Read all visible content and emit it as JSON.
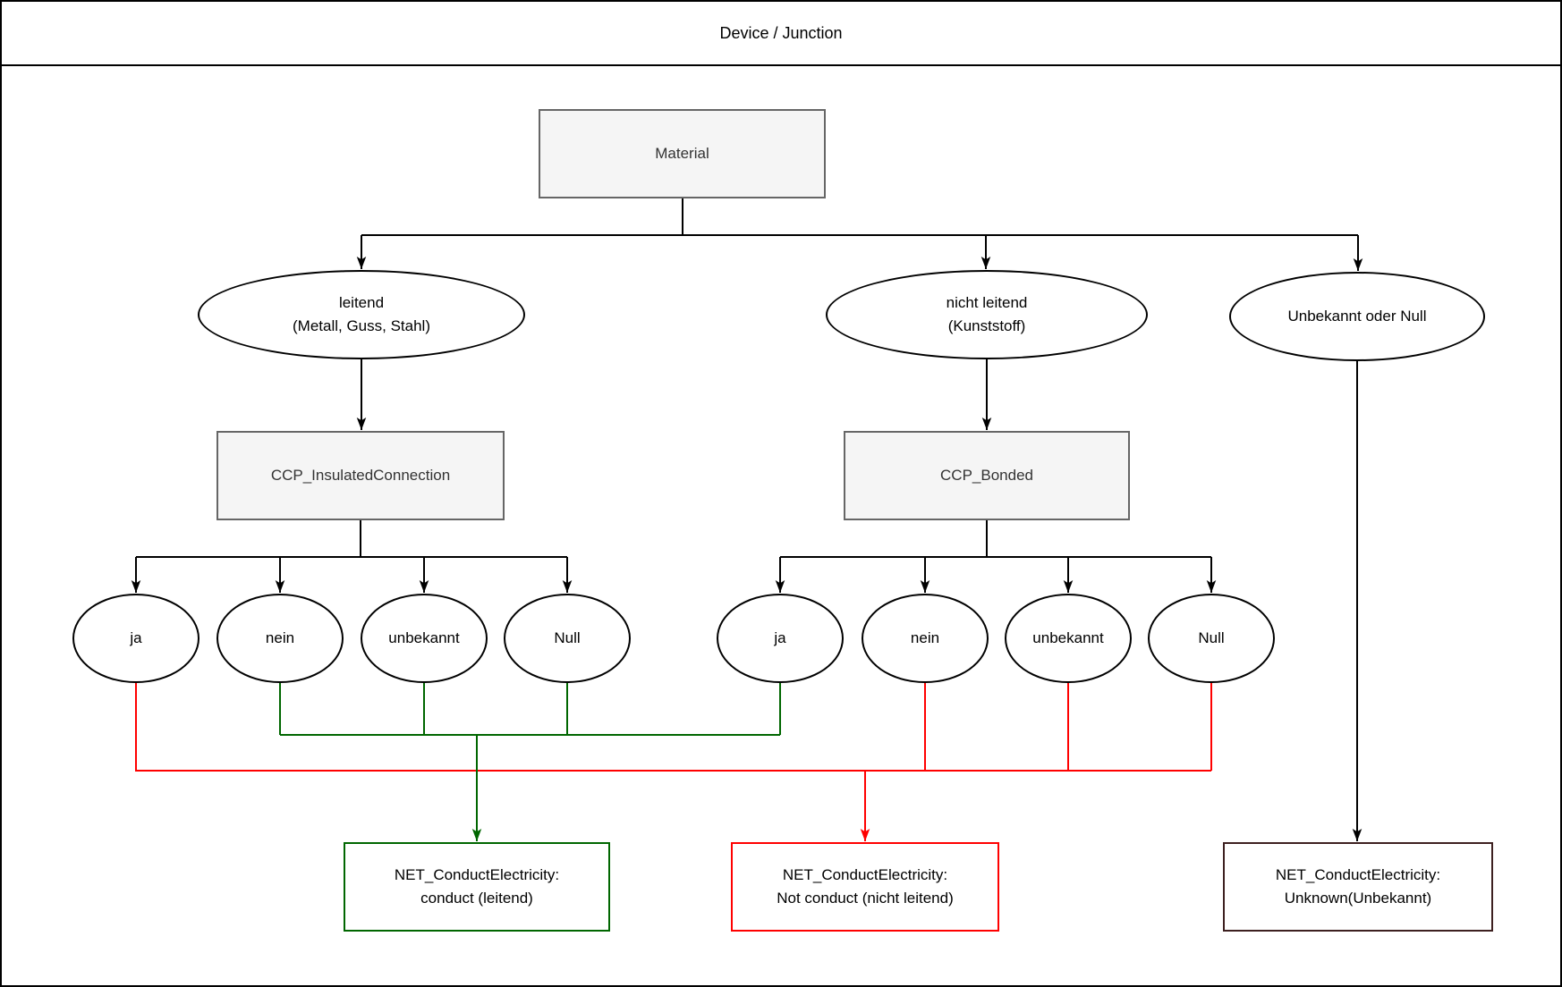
{
  "title": "Device / Junction",
  "palette": {
    "conduct_green": "#006600",
    "not_conduct_red": "#ff0000",
    "unknown_border": "#3d2020",
    "box_fill": "#f5f5f5",
    "box_border": "#666666",
    "box_text": "#333333",
    "line_black": "#000000"
  },
  "nodes": {
    "material": {
      "label": "Material"
    },
    "leitend": {
      "line1": "leitend",
      "line2": "(Metall, Guss, Stahl)"
    },
    "nicht_leitend": {
      "line1": "nicht leitend",
      "line2": "(Kunststoff)"
    },
    "unbekannt": {
      "label": "Unbekannt oder Null"
    },
    "ccp_insulated": {
      "label": "CCP_InsulatedConnection"
    },
    "ccp_bonded": {
      "label": "CCP_Bonded"
    },
    "insulated_options": {
      "ja": "ja",
      "nein": "nein",
      "unbekannt": "unbekannt",
      "null": "Null"
    },
    "bonded_options": {
      "ja": "ja",
      "nein": "nein",
      "unbekannt": "unbekannt",
      "null": "Null"
    },
    "result_conduct": {
      "line1": "NET_ConductElectricity:",
      "line2": "conduct (leitend)"
    },
    "result_not_conduct": {
      "line1": "NET_ConductElectricity:",
      "line2": "Not conduct (nicht leitend)"
    },
    "result_unknown": {
      "line1": "NET_ConductElectricity:",
      "line2": "Unknown(Unbekannt)"
    }
  }
}
